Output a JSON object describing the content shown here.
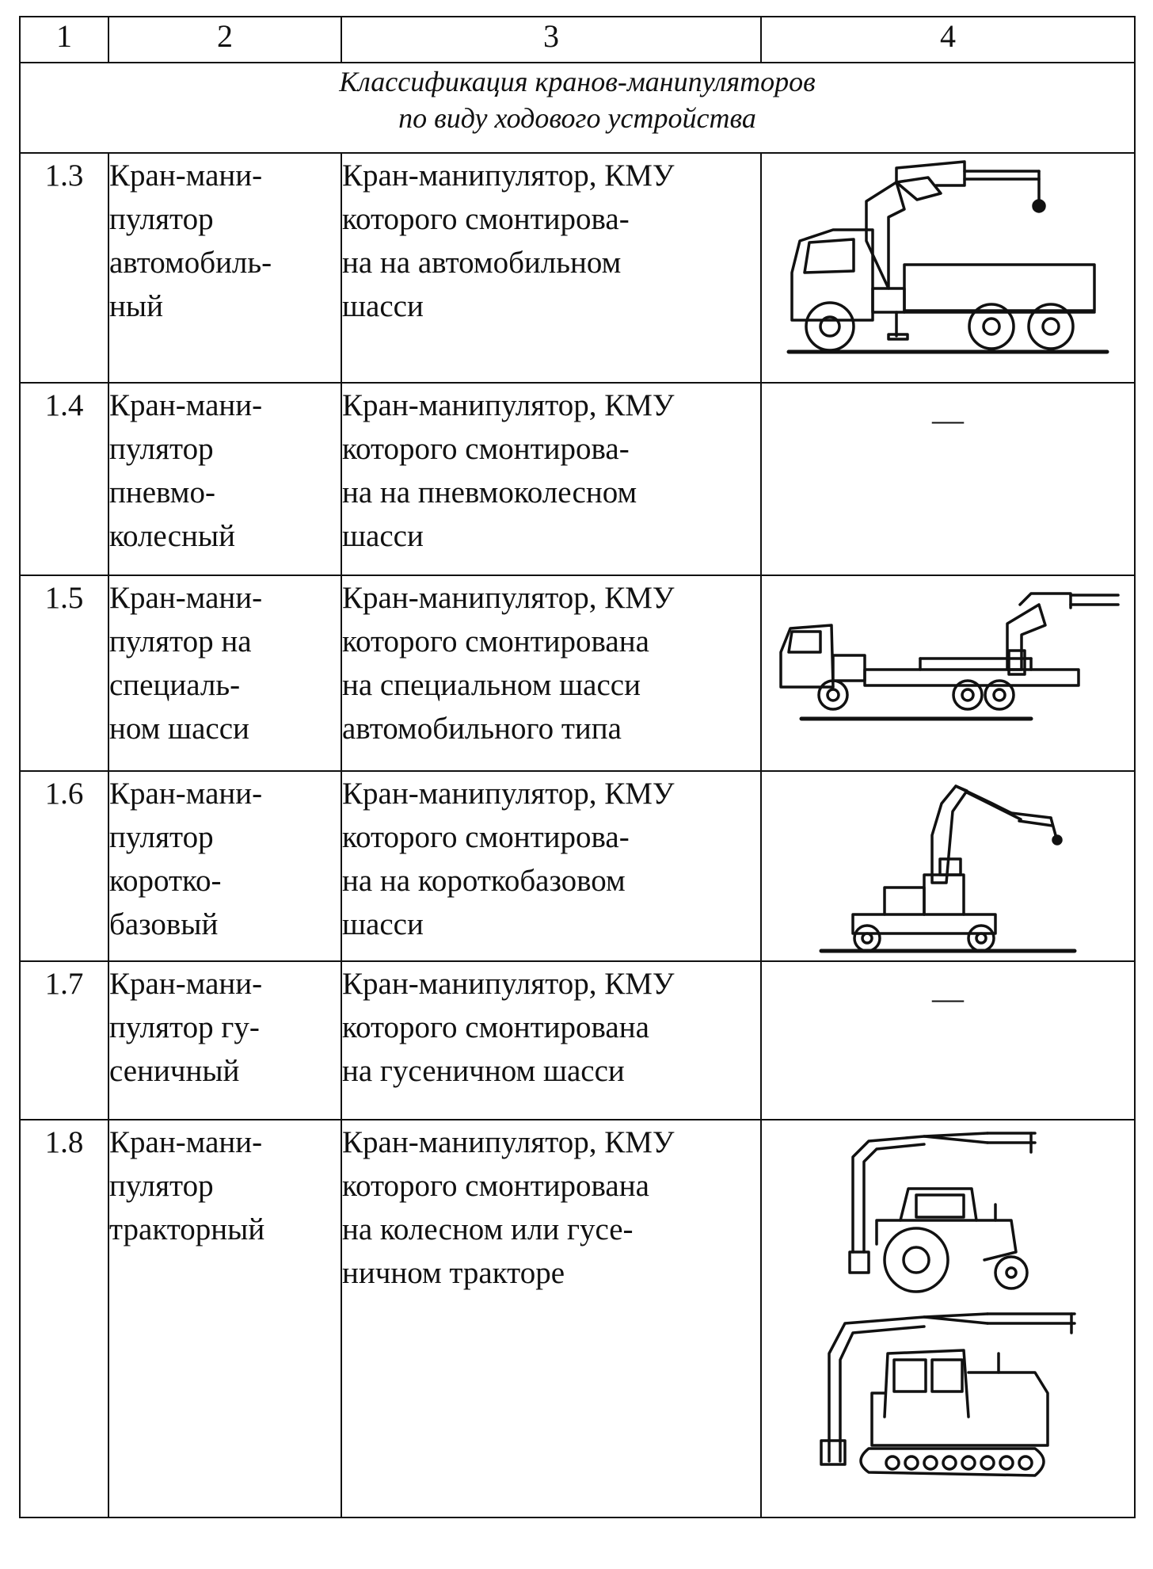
{
  "header": [
    "1",
    "2",
    "3",
    "4"
  ],
  "section_title": {
    "line1": "Классификация кранов-манипуляторов",
    "line2": "по виду ходового устройства"
  },
  "rows": [
    {
      "num": "1.3",
      "name": "Кран-мани-\nпулятор\nавтомобиль-\nный",
      "desc": "Кран-манипулятор, КМУ\nкоторого смонтирова-\nна на автомобильном\nшасси",
      "image": "truck-crane-icon"
    },
    {
      "num": "1.4",
      "name": "Кран-мани-\nпулятор\nпневмо-\nколесный",
      "desc": "Кран-манипулятор, КМУ\nкоторого смонтирова-\nна на пневмоколесном\nшасси",
      "dash": "—"
    },
    {
      "num": "1.5",
      "name": "Кран-мани-\nпулятор на\nспециаль-\nном шасси",
      "desc": "Кран-манипулятор, КМУ\nкоторого смонтирована\nна специальном шасси\nавтомобильного типа",
      "image": "special-chassis-crane-icon"
    },
    {
      "num": "1.6",
      "name": "Кран-мани-\nпулятор\nкоротко-\nбазовый",
      "desc": "Кран-манипулятор, КМУ\nкоторого смонтирова-\nна на короткобазовом\nшасси",
      "image": "short-base-crane-icon"
    },
    {
      "num": "1.7",
      "name": "Кран-мани-\nпулятор гу-\nсеничный",
      "desc": "Кран-манипулятор, КМУ\nкоторого смонтирована\nна гусеничном шасси",
      "dash": "—"
    },
    {
      "num": "1.8",
      "name": "Кран-мани-\nпулятор\nтракторный",
      "desc": "Кран-манипулятор, КМУ\nкоторого смонтирована\nна колесном или гусе-\nничном тракторе",
      "image": "tractor-crane-icons"
    }
  ]
}
